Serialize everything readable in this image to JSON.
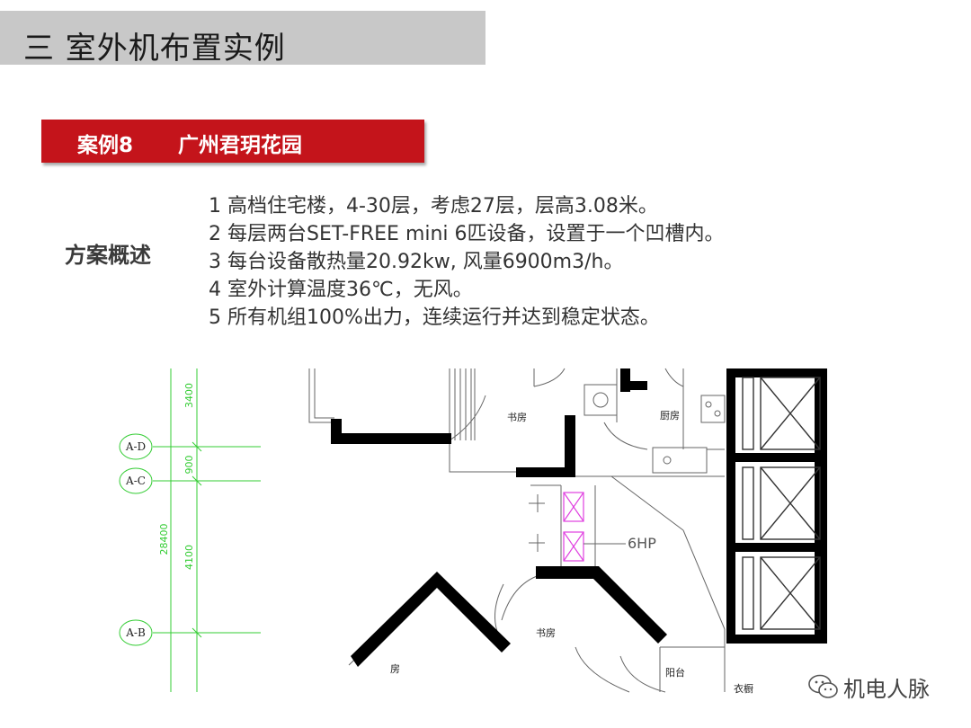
{
  "header": {
    "title": "三  室外机布置实例"
  },
  "case": {
    "number": "案例8",
    "name": "广州君玥花园"
  },
  "overview": {
    "label": "方案概述",
    "items": [
      "1 高档住宅楼，4-30层，考虑27层，层高3.08米。",
      "2 每层两台SET-FREE mini 6匹设备，设置于一个凹槽内。",
      "3 每台设备散热量20.92kw, 风量6900m3/h。",
      "4 室外计算温度36℃，无风。",
      "5 所有机组100%出力，连续运行并达到稳定状态。"
    ]
  },
  "drawing": {
    "axis_labels": [
      "A-D",
      "A-C",
      "A-B"
    ],
    "dimensions": [
      "3400",
      "900",
      "28400",
      "4100"
    ],
    "room_labels": [
      "书房",
      "厨房",
      "书房",
      "房",
      "阳台",
      "衣橱"
    ],
    "unit_label": "6HP",
    "colors": {
      "grid_line": "#33cc33",
      "unit_box": "#e040e0",
      "wall": "#000000"
    }
  },
  "watermark": {
    "text": "机电人脉",
    "icon": "wechat-icon"
  },
  "colors": {
    "banner": "#c4141b",
    "title_bar": "#c8c8c8"
  }
}
